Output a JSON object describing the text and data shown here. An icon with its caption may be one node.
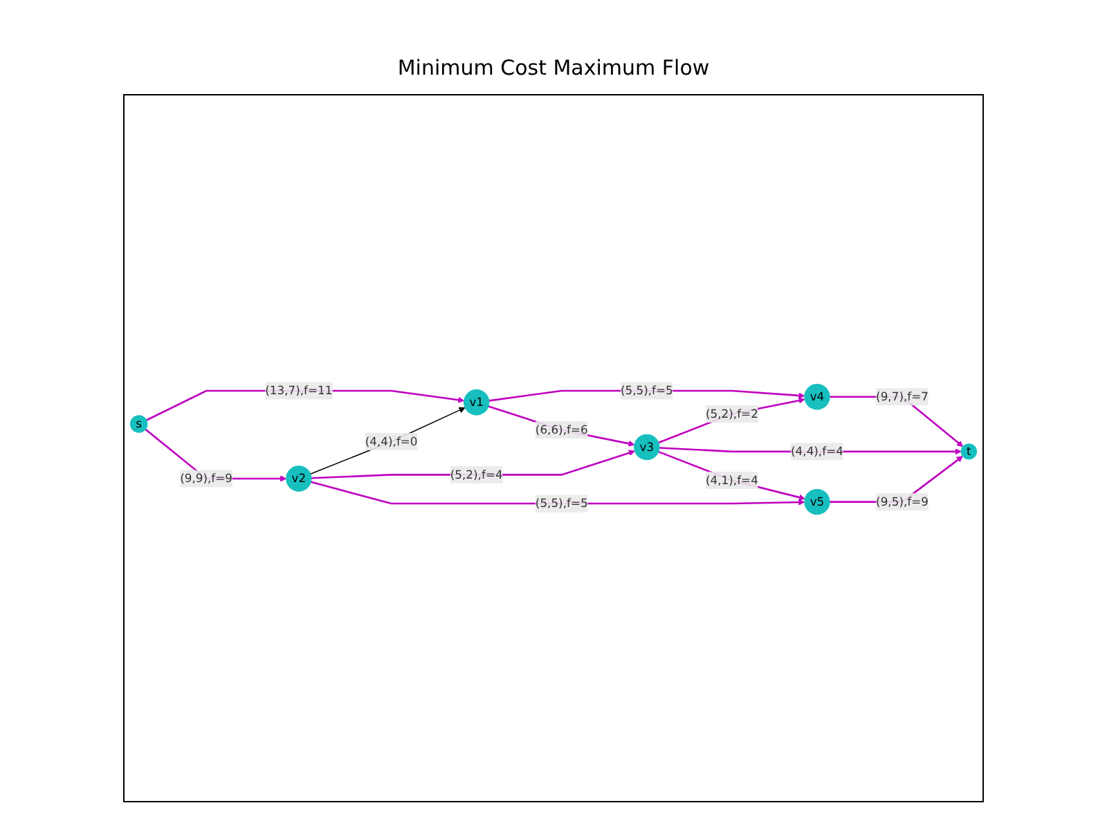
{
  "diagram": {
    "title": "Minimum Cost Maximum Flow",
    "nodes": [
      {
        "text": [
          "s"
        ]
      },
      {
        "text": [
          "v1"
        ]
      },
      {
        "text": [
          "v2"
        ]
      },
      {
        "text": [
          "v3"
        ]
      },
      {
        "text": [
          "v4"
        ]
      },
      {
        "text": [
          "v5"
        ]
      },
      {
        "text": [
          "t"
        ]
      }
    ],
    "edges": [
      {
        "from": 0,
        "to": 1,
        "arrow": "to",
        "label": "(13,7),f=11"
      },
      {
        "from": 0,
        "to": 2,
        "arrow": "to",
        "label": "(9,9),f=9"
      },
      {
        "from": 1,
        "to": 4,
        "arrow": "to",
        "label": "(5,5),f=5"
      },
      {
        "from": 1,
        "to": 3,
        "arrow": "to",
        "label": "(6,6),f=6"
      },
      {
        "from": 2,
        "to": 1,
        "arrow": "to",
        "label": "(4,4),f=0",
        "color": "#000000"
      },
      {
        "from": 2,
        "to": 3,
        "arrow": "to",
        "label": "(5,2),f=4"
      },
      {
        "from": 2,
        "to": 5,
        "arrow": "to",
        "label": "(5,5),f=5"
      },
      {
        "from": 3,
        "to": 4,
        "arrow": "to",
        "label": "(5,2),f=2"
      },
      {
        "from": 3,
        "to": 6,
        "arrow": "to",
        "label": "(4,4),f=4"
      },
      {
        "from": 3,
        "to": 5,
        "arrow": "to",
        "label": "(4,1),f=4"
      },
      {
        "from": 4,
        "to": 6,
        "arrow": "to",
        "label": "(9,7),f=7"
      },
      {
        "from": 5,
        "to": 6,
        "arrow": "to",
        "label": "(9,5),f=9"
      }
    ]
  }
}
